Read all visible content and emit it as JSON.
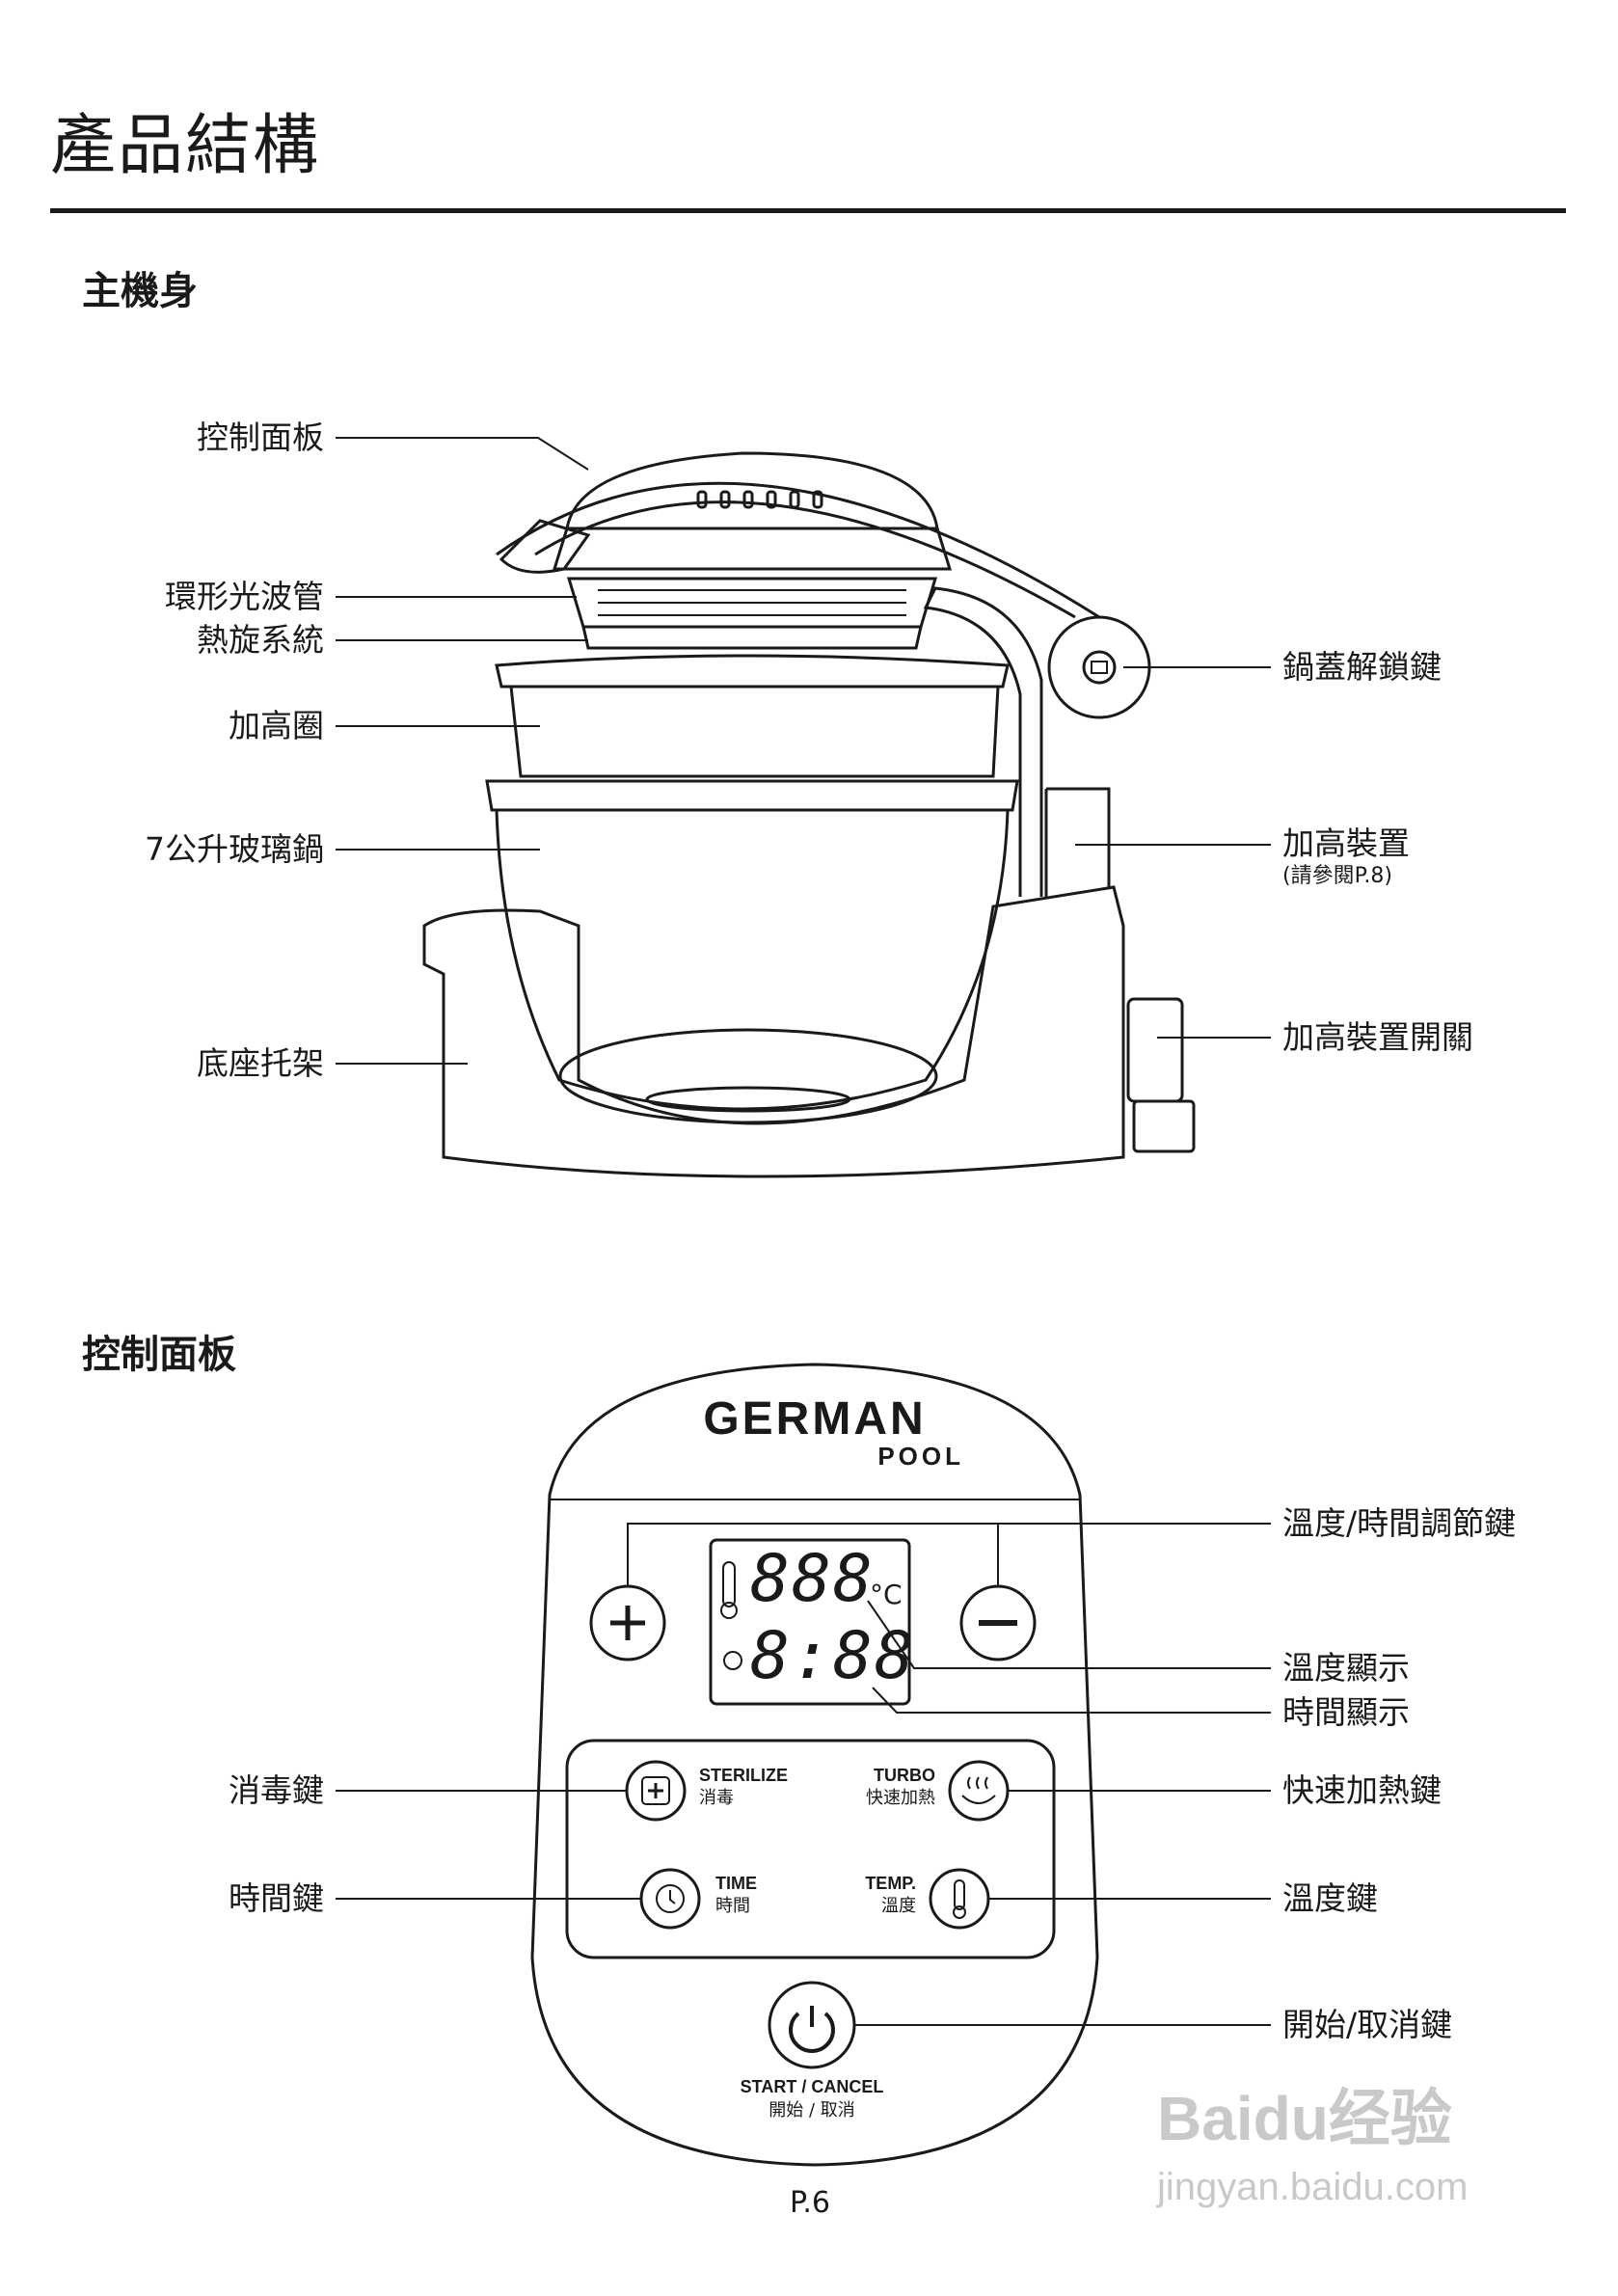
{
  "page": {
    "title": "產品結構",
    "page_number": "P.6"
  },
  "main_unit": {
    "heading": "主機身",
    "left_labels": [
      {
        "name": "control-panel",
        "text": "控制面板"
      },
      {
        "name": "halogen-ring",
        "text": "環形光波管"
      },
      {
        "name": "convection-system",
        "text": "熱旋系統"
      },
      {
        "name": "extension-ring",
        "text": "加高圈"
      },
      {
        "name": "glass-bowl",
        "text": "7公升玻璃鍋"
      },
      {
        "name": "base-stand",
        "text": "底座托架"
      }
    ],
    "right_labels": [
      {
        "name": "lid-unlock-button",
        "text": "鍋蓋解鎖鍵"
      },
      {
        "name": "height-device",
        "text": "加高裝置",
        "note": "(請參閱P.8)"
      },
      {
        "name": "height-device-switch",
        "text": "加高裝置開關"
      }
    ]
  },
  "control_panel": {
    "heading": "控制面板",
    "brand": "GERMAN",
    "sub_brand": "POOL",
    "display": {
      "temp": "888",
      "temp_unit": "°C",
      "time": "8:88"
    },
    "buttons": {
      "sterilize": {
        "en": "STERILIZE",
        "zh": "消毒"
      },
      "turbo": {
        "en": "TURBO",
        "zh": "快速加熱"
      },
      "time": {
        "en": "TIME",
        "zh": "時間"
      },
      "temp": {
        "en": "TEMP.",
        "zh": "溫度"
      },
      "start": {
        "en": "START / CANCEL",
        "zh": "開始 / 取消"
      }
    },
    "left_labels": [
      {
        "name": "sterilize-key",
        "text": "消毒鍵"
      },
      {
        "name": "time-key",
        "text": "時間鍵"
      }
    ],
    "right_labels": [
      {
        "name": "adjust-keys",
        "text": "溫度/時間調節鍵"
      },
      {
        "name": "temp-display",
        "text": "溫度顯示"
      },
      {
        "name": "time-display",
        "text": "時間顯示"
      },
      {
        "name": "turbo-key",
        "text": "快速加熱鍵"
      },
      {
        "name": "temp-key",
        "text": "溫度鍵"
      },
      {
        "name": "start-cancel-key",
        "text": "開始/取消鍵"
      }
    ]
  },
  "watermark": {
    "brand": "Baidu经验",
    "url": "jingyan.baidu.com"
  }
}
